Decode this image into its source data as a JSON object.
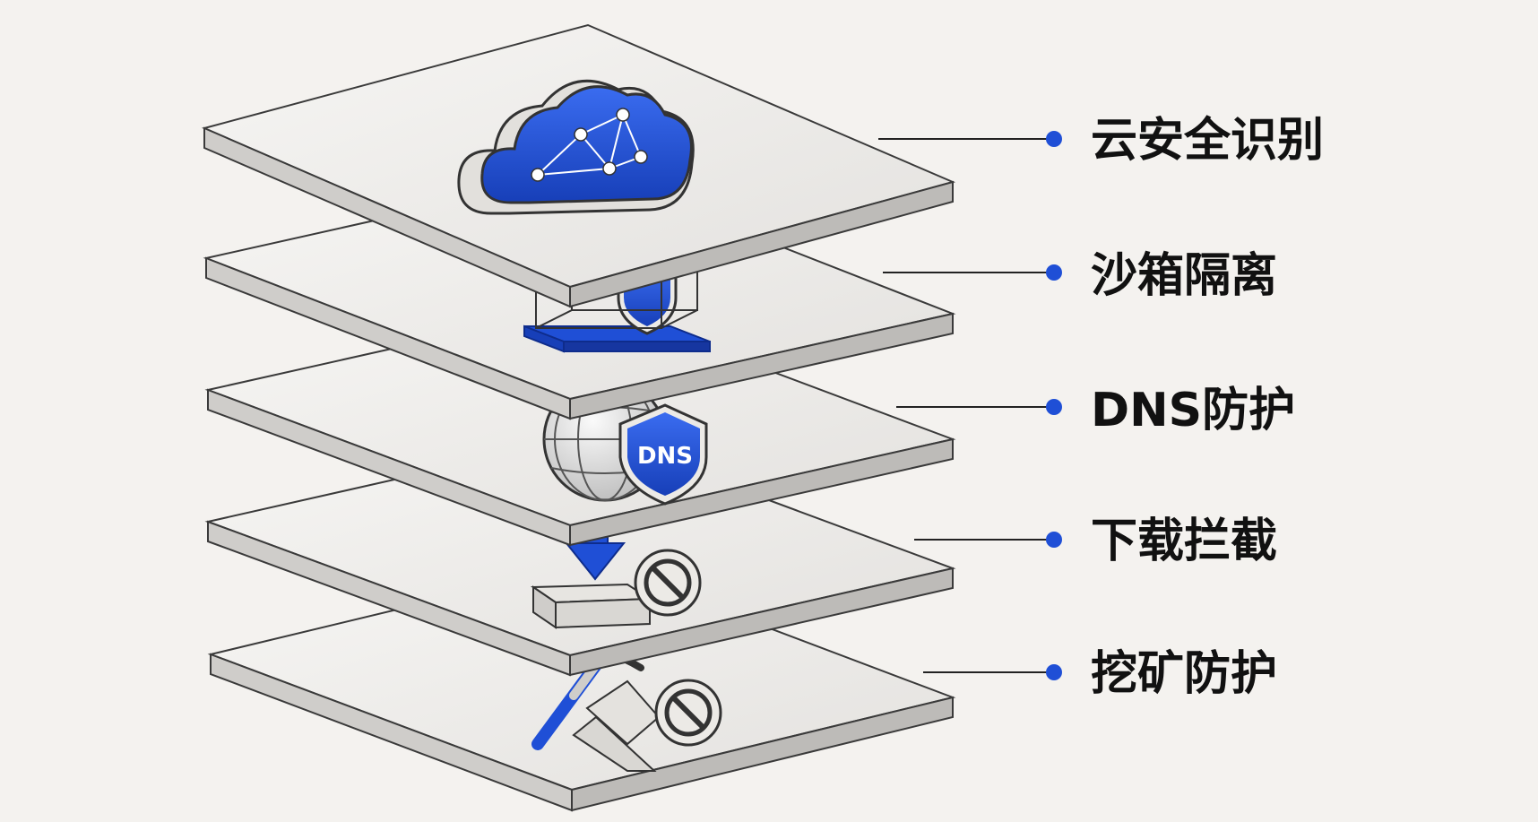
{
  "colors": {
    "background": "#f4f2ef",
    "accent": "#1f4fd6",
    "label_text": "#111111",
    "connector_line": "#222222"
  },
  "layers": [
    {
      "id": "cloud",
      "label": "云安全识别",
      "icon": "cloud-network-icon"
    },
    {
      "id": "sandbox",
      "label": "沙箱隔离",
      "icon": "glass-box-shield-icon"
    },
    {
      "id": "dns",
      "label": "DNS防护",
      "icon": "globe-dns-shield-icon",
      "badge": "DNS"
    },
    {
      "id": "download",
      "label": "下载拦截",
      "icon": "download-block-icon"
    },
    {
      "id": "mining",
      "label": "挖矿防护",
      "icon": "pickaxe-block-icon"
    }
  ]
}
